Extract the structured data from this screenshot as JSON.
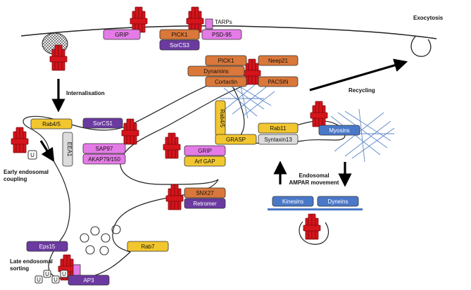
{
  "labels": {
    "exocytosis": "Exocytosis",
    "internalisation": "Internalisation",
    "recycling": "Recycling",
    "early_endosomal_coupling_1": "Early endosomal",
    "early_endosomal_coupling_2": "coupling",
    "late_endosomal_sorting_1": "Late endosomal",
    "late_endosomal_sorting_2": "sorting",
    "endosomal_ampar_movement_1": "Endosomal",
    "endosomal_ampar_movement_2": "AMPAR movement",
    "tarps": "TARPs",
    "ubiquitin": "U"
  },
  "proteins": {
    "grip_membrane": "GRIP",
    "pick1_membrane": "PICK1",
    "psd95": "PSD-95",
    "sorcs3": "SorCS3",
    "pick1_recycling": "PICK1",
    "neep21": "Neep21",
    "dynamins": "Dynamins",
    "cortactin": "Cortactin",
    "pacsin": "PACSIN",
    "rab45_early": "Rab4/5",
    "eea1": "EEA1",
    "sorcs1": "SorCS1",
    "sap97": "SAP97",
    "akap": "AKAP79/150",
    "rab45_vertical": "Rab4/5",
    "grasp": "GRASP",
    "rab11": "Rab11",
    "syntaxin13": "Syntaxin13",
    "myosins": "Myosins",
    "grip_endosome": "GRIP",
    "arf_gap": "Arf GAP",
    "snx27": "SNX27",
    "retromer": "Retromer",
    "kinesins": "Kinesins",
    "dyneins": "Dyneins",
    "eps15": "Eps15",
    "rab7": "Rab7",
    "ap3": "AP3"
  },
  "colors": {
    "magenta": "#e47be6",
    "purple": "#6b3aa0",
    "orange": "#d9783a",
    "yellow": "#f2c62e",
    "blue": "#4a78c8",
    "grey": "#dcdcdc",
    "receptor": "#d6141b",
    "actin": "#5b86c9"
  }
}
